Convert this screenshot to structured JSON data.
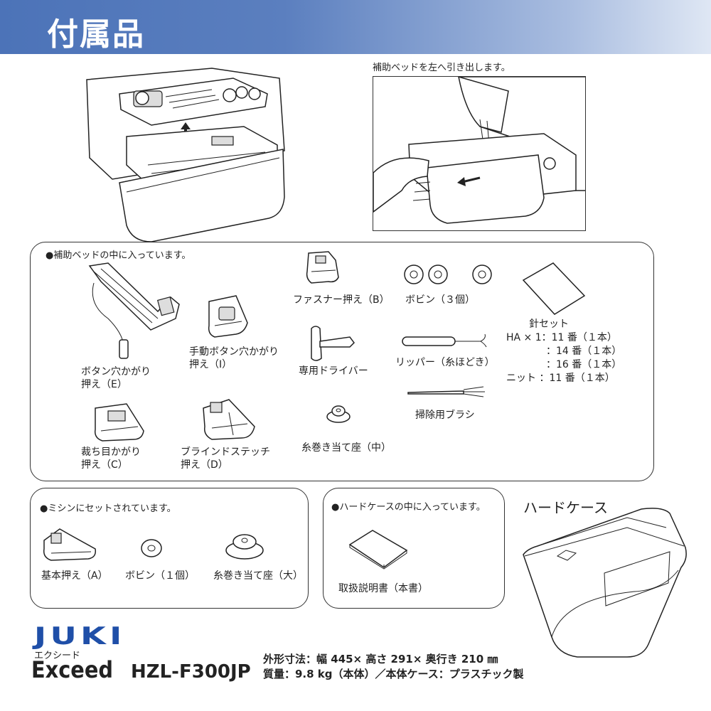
{
  "header": {
    "title": "付属品"
  },
  "pullout": {
    "caption": "補助ベッドを左へ引き出します。"
  },
  "bed_panel": {
    "heading": "●補助ベッドの中に入っています。",
    "items": {
      "buttonhole_e": [
        "ボタン穴かがり",
        "押え（E）"
      ],
      "manual_buttonhole_i": [
        "手動ボタン穴かがり",
        "押え（I）"
      ],
      "zipper_b": "ファスナー押え（B）",
      "bobbins3": "ボビン（３個）",
      "needle_set": {
        "title": "針セット",
        "lines": [
          "HA × 1：11 番（１本）",
          "：14 番（１本）",
          "：16 番（１本）",
          "ニット ：11 番（１本）"
        ]
      },
      "screwdriver": "専用ドライバー",
      "ripper": "リッパー（糸ほどき）",
      "brush": "掃除用ブラシ",
      "overcast_c": [
        "裁ち目かがり",
        "押え（C）"
      ],
      "blindstitch_d": [
        "ブラインドステッチ",
        "押え（D）"
      ],
      "spool_cap_medium": "糸巻き当て座（中）"
    }
  },
  "machine_panel": {
    "heading": "●ミシンにセットされています。",
    "items": {
      "standard_a": "基本押え（A）",
      "bobbin1": "ボビン（１個）",
      "spool_cap_large": "糸巻き当て座（大）"
    }
  },
  "case_panel": {
    "heading": "●ハードケースの中に入っています。",
    "items": {
      "manual": "取扱説明書（本書）"
    }
  },
  "hard_case": {
    "label": "ハードケース"
  },
  "brand": {
    "logo": "JUKI",
    "kana": "エクシード",
    "model_name": "Exceed",
    "model_code": "HZL-F300JP"
  },
  "specs": {
    "line1": "外形寸法：幅 445× 高さ 291× 奥行き 210 ㎜",
    "line2": "質量：9.8 kg（本体）／本体ケース：プラスチック製"
  }
}
